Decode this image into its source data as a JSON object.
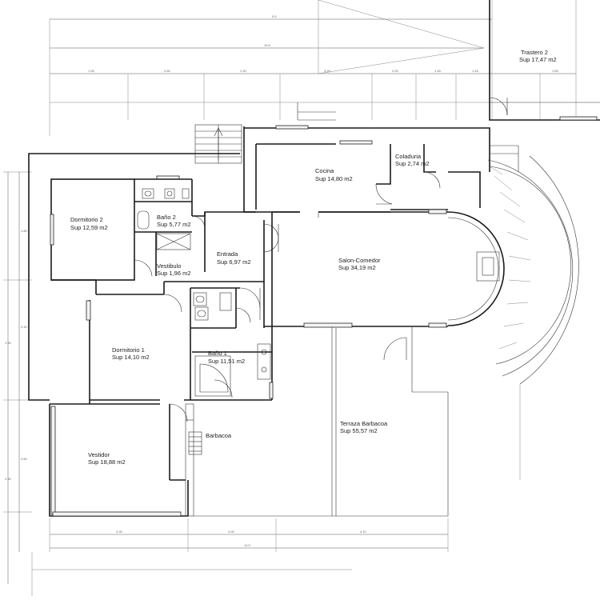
{
  "rooms": [
    {
      "name": "Trastero 2",
      "area": "Sup 17,47 m2"
    },
    {
      "name": "Cocina",
      "area": "Sup 14,80 m2"
    },
    {
      "name": "Coladuria",
      "area": "Sup 2,74 m2"
    },
    {
      "name": "Dormitorio 2",
      "area": "Sup 12,59 m2"
    },
    {
      "name": "Baño 2",
      "area": "Sup 5,77 m2"
    },
    {
      "name": "Entrada",
      "area": "Sup 6,97 m2"
    },
    {
      "name": "Salon-Comedor",
      "area": "Sup 34,19 m2"
    },
    {
      "name": "Vestibulo",
      "area": "Sup 1,96 m2"
    },
    {
      "name": "Dormitorio 1",
      "area": "Sup 14,10 m2"
    },
    {
      "name": "Baño 1",
      "area": "Sup 11,51 m2"
    },
    {
      "name": "Terraza Barbacoa",
      "area": "Sup 55,57 m2"
    },
    {
      "name": "Barbacoa",
      "area": ""
    },
    {
      "name": "Vestidor",
      "area": "Sup 18,88 m2"
    }
  ],
  "dimensions": {
    "top_1": "9.5",
    "top_2": "10.6",
    "top_3": [
      "1.95",
      "2.60",
      "1.30",
      "3.20",
      "2.20",
      "1.45",
      "1.45",
      "1.60"
    ],
    "bottom_1": [
      "4.35",
      "4.90",
      "4.10"
    ],
    "bottom_2": "14.0",
    "left": [
      "1.80",
      "2.40",
      "2.60",
      "1.90",
      "2.30"
    ]
  },
  "colors": {
    "ink": "#1a1a1a",
    "paper": "#ffffff"
  }
}
